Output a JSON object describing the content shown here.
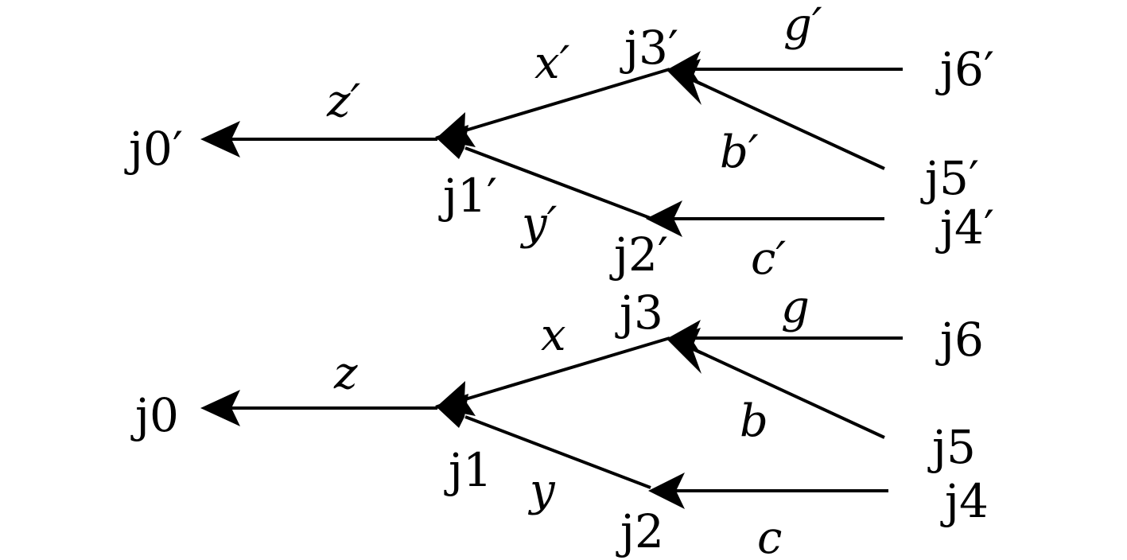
{
  "trees": [
    {
      "nodes": {
        "j0": "j0′",
        "j1": "j1′",
        "j2": "j2′",
        "j3": "j3′",
        "j4": "j4′",
        "j5": "j5′",
        "j6": "j6′"
      },
      "edges": {
        "z": "z′",
        "x": "x′",
        "y": "y′",
        "g": "g′",
        "b": "b′",
        "c": "c′"
      }
    },
    {
      "nodes": {
        "j0": "j0",
        "j1": "j1",
        "j2": "j2",
        "j3": "j3",
        "j4": "j4",
        "j5": "j5",
        "j6": "j6"
      },
      "edges": {
        "z": "z",
        "x": "x",
        "y": "y",
        "g": "g",
        "b": "b",
        "c": "c"
      }
    }
  ]
}
